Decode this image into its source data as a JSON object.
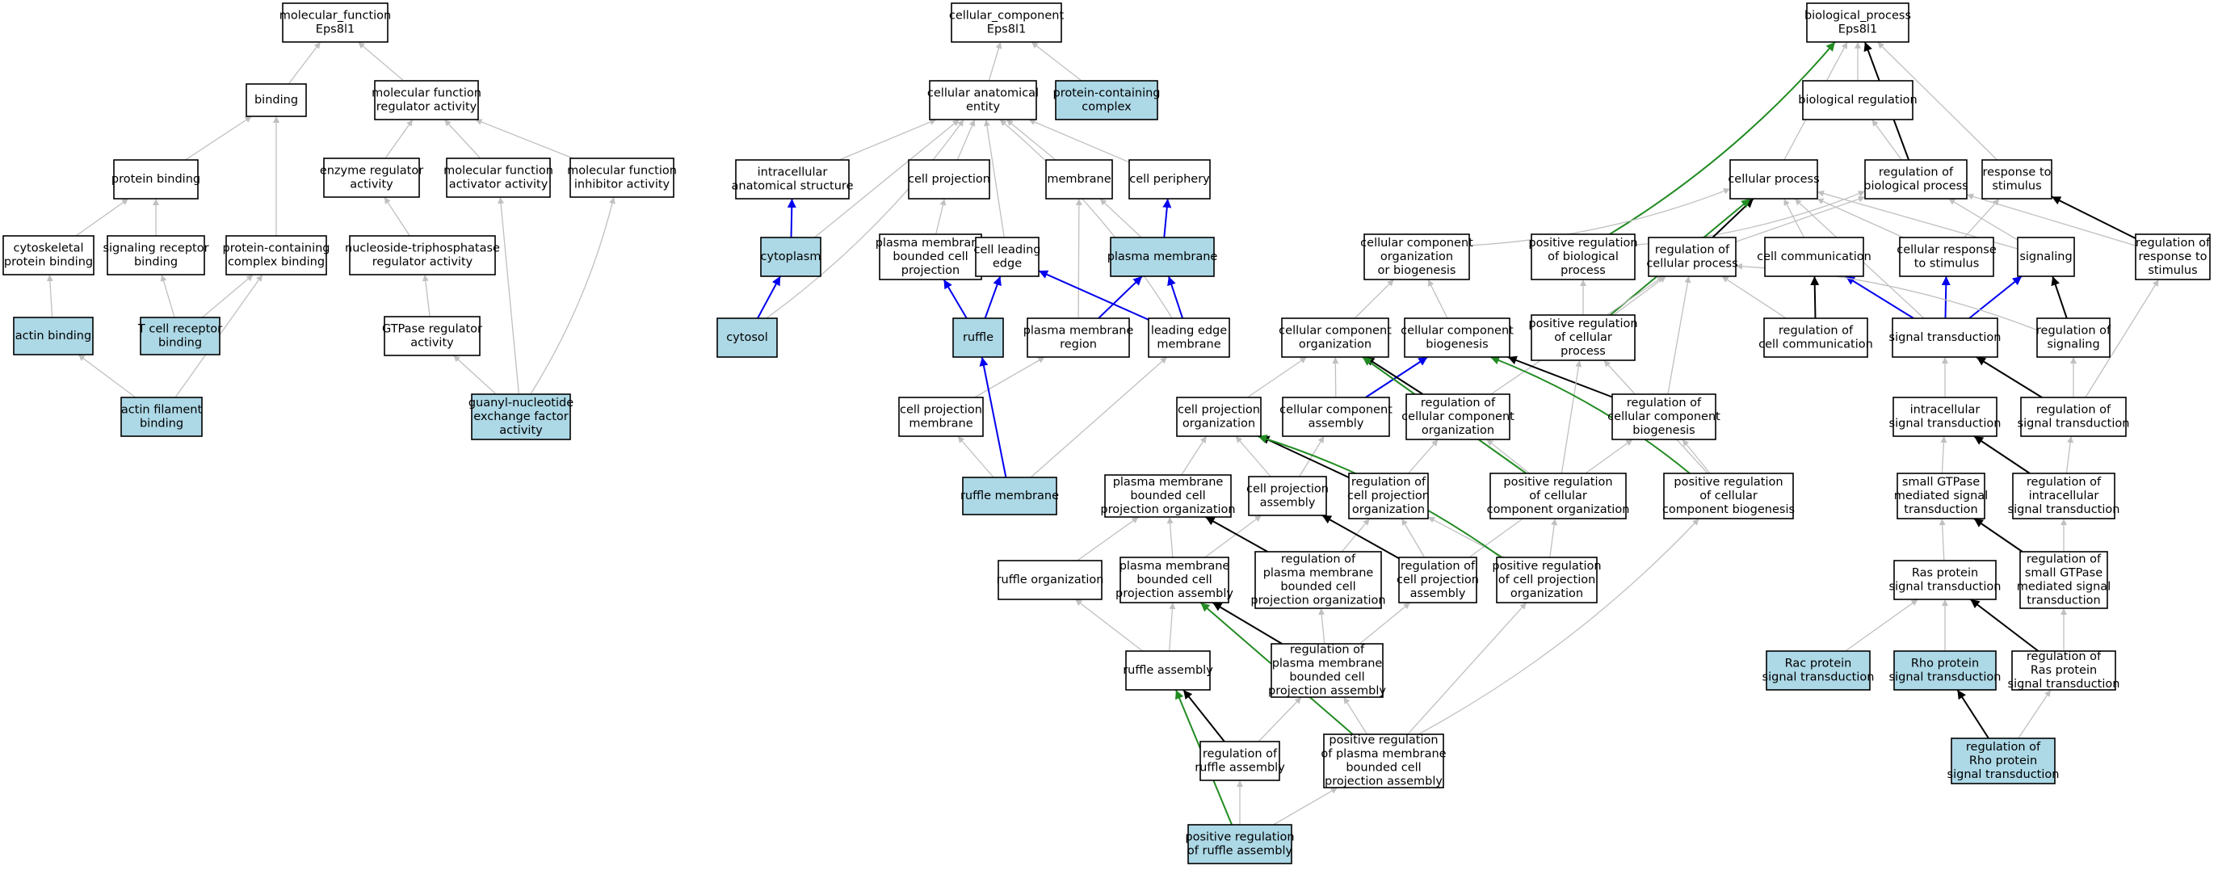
{
  "colors": {
    "node_fill": "#ffffff",
    "highlight_fill": "#add8e6",
    "edge_gray": "#c0c0c0",
    "edge_black": "#000000",
    "edge_blue": "#0000ee",
    "edge_green": "#228b22"
  },
  "nodes": [
    {
      "id": "mf",
      "lines": [
        "molecular_function",
        "Eps8l1"
      ],
      "hl": false
    },
    {
      "id": "bind",
      "lines": [
        "binding"
      ],
      "hl": false
    },
    {
      "id": "mfra",
      "lines": [
        "molecular function",
        "regulator activity"
      ],
      "hl": false
    },
    {
      "id": "pb",
      "lines": [
        "protein binding"
      ],
      "hl": false
    },
    {
      "id": "era",
      "lines": [
        "enzyme regulator",
        "activity"
      ],
      "hl": false
    },
    {
      "id": "mfaa",
      "lines": [
        "molecular function",
        "activator activity"
      ],
      "hl": false
    },
    {
      "id": "mfia",
      "lines": [
        "molecular function",
        "inhibitor activity"
      ],
      "hl": false
    },
    {
      "id": "cpb",
      "lines": [
        "cytoskeletal",
        "protein binding"
      ],
      "hl": false
    },
    {
      "id": "srb",
      "lines": [
        "signaling receptor",
        "binding"
      ],
      "hl": false
    },
    {
      "id": "pccb",
      "lines": [
        "protein-containing",
        "complex binding"
      ],
      "hl": false
    },
    {
      "id": "ntpra",
      "lines": [
        "nucleoside-triphosphatase",
        "regulator activity"
      ],
      "hl": false
    },
    {
      "id": "ab",
      "lines": [
        "actin binding"
      ],
      "hl": true
    },
    {
      "id": "tcrb",
      "lines": [
        "T cell receptor",
        "binding"
      ],
      "hl": true
    },
    {
      "id": "gtpra",
      "lines": [
        "GTPase regulator",
        "activity"
      ],
      "hl": false
    },
    {
      "id": "afb",
      "lines": [
        "actin filament",
        "binding"
      ],
      "hl": true
    },
    {
      "id": "gnef",
      "lines": [
        "guanyl-nucleotide",
        "exchange factor",
        "activity"
      ],
      "hl": true
    },
    {
      "id": "cc",
      "lines": [
        "cellular_component",
        "Eps8l1"
      ],
      "hl": false
    },
    {
      "id": "cae",
      "lines": [
        "cellular anatomical",
        "entity"
      ],
      "hl": false
    },
    {
      "id": "pcc",
      "lines": [
        "protein-containing",
        "complex"
      ],
      "hl": true
    },
    {
      "id": "ias",
      "lines": [
        "intracellular",
        "anatomical structure"
      ],
      "hl": false
    },
    {
      "id": "cproj",
      "lines": [
        "cell projection"
      ],
      "hl": false
    },
    {
      "id": "memb",
      "lines": [
        "membrane"
      ],
      "hl": false
    },
    {
      "id": "cperi",
      "lines": [
        "cell periphery"
      ],
      "hl": false
    },
    {
      "id": "cyto",
      "lines": [
        "cytoplasm"
      ],
      "hl": true
    },
    {
      "id": "pmbcp",
      "lines": [
        "plasma membrane",
        "bounded cell",
        "projection"
      ],
      "hl": false
    },
    {
      "id": "cle",
      "lines": [
        "cell leading",
        "edge"
      ],
      "hl": false
    },
    {
      "id": "pm",
      "lines": [
        "plasma membrane"
      ],
      "hl": true
    },
    {
      "id": "cytosol",
      "lines": [
        "cytosol"
      ],
      "hl": true
    },
    {
      "id": "ruffle",
      "lines": [
        "ruffle"
      ],
      "hl": true
    },
    {
      "id": "pmr",
      "lines": [
        "plasma membrane",
        "region"
      ],
      "hl": false
    },
    {
      "id": "lem",
      "lines": [
        "leading edge",
        "membrane"
      ],
      "hl": false
    },
    {
      "id": "cpm",
      "lines": [
        "cell projection",
        "membrane"
      ],
      "hl": false
    },
    {
      "id": "rm",
      "lines": [
        "ruffle membrane"
      ],
      "hl": true
    },
    {
      "id": "bp",
      "lines": [
        "biological_process",
        "Eps8l1"
      ],
      "hl": false
    },
    {
      "id": "breg",
      "lines": [
        "biological regulation"
      ],
      "hl": false
    },
    {
      "id": "cellp",
      "lines": [
        "cellular process"
      ],
      "hl": false
    },
    {
      "id": "rbp",
      "lines": [
        "regulation of",
        "biological process"
      ],
      "hl": false
    },
    {
      "id": "rts",
      "lines": [
        "response to",
        "stimulus"
      ],
      "hl": false
    },
    {
      "id": "ccob",
      "lines": [
        "cellular component",
        "organization",
        "or biogenesis"
      ],
      "hl": false
    },
    {
      "id": "prbp",
      "lines": [
        "positive regulation",
        "of biological",
        "process"
      ],
      "hl": false
    },
    {
      "id": "rcp",
      "lines": [
        "regulation of",
        "cellular process"
      ],
      "hl": false
    },
    {
      "id": "ccomm",
      "lines": [
        "cell communication"
      ],
      "hl": false
    },
    {
      "id": "crs",
      "lines": [
        "cellular response",
        "to stimulus"
      ],
      "hl": false
    },
    {
      "id": "sig",
      "lines": [
        "signaling"
      ],
      "hl": false
    },
    {
      "id": "rrts",
      "lines": [
        "regulation of",
        "response to",
        "stimulus"
      ],
      "hl": false
    },
    {
      "id": "cco",
      "lines": [
        "cellular component",
        "organization"
      ],
      "hl": false
    },
    {
      "id": "ccb",
      "lines": [
        "cellular component",
        "biogenesis"
      ],
      "hl": false
    },
    {
      "id": "prcp",
      "lines": [
        "positive regulation",
        "of cellular",
        "process"
      ],
      "hl": false
    },
    {
      "id": "rcc",
      "lines": [
        "regulation of",
        "cell communication"
      ],
      "hl": false
    },
    {
      "id": "st",
      "lines": [
        "signal transduction"
      ],
      "hl": false
    },
    {
      "id": "rsig",
      "lines": [
        "regulation of",
        "signaling"
      ],
      "hl": false
    },
    {
      "id": "cpo",
      "lines": [
        "cell projection",
        "organization"
      ],
      "hl": false
    },
    {
      "id": "cca",
      "lines": [
        "cellular component",
        "assembly"
      ],
      "hl": false
    },
    {
      "id": "rcco",
      "lines": [
        "regulation of",
        "cellular component",
        "organization"
      ],
      "hl": false
    },
    {
      "id": "rccb",
      "lines": [
        "regulation of",
        "cellular component",
        "biogenesis"
      ],
      "hl": false
    },
    {
      "id": "ist",
      "lines": [
        "intracellular",
        "signal transduction"
      ],
      "hl": false
    },
    {
      "id": "rst",
      "lines": [
        "regulation of",
        "signal transduction"
      ],
      "hl": false
    },
    {
      "id": "pmbcpo",
      "lines": [
        "plasma membrane",
        "bounded cell",
        "projection organization"
      ],
      "hl": false
    },
    {
      "id": "cpa",
      "lines": [
        "cell projection",
        "assembly"
      ],
      "hl": false
    },
    {
      "id": "rcpo",
      "lines": [
        "regulation of",
        "cell projection",
        "organization"
      ],
      "hl": false
    },
    {
      "id": "prcco",
      "lines": [
        "positive regulation",
        "of cellular",
        "component organization"
      ],
      "hl": false
    },
    {
      "id": "prccb",
      "lines": [
        "positive regulation",
        "of cellular",
        "component biogenesis"
      ],
      "hl": false
    },
    {
      "id": "sgmst",
      "lines": [
        "small GTPase",
        "mediated signal",
        "transduction"
      ],
      "hl": false
    },
    {
      "id": "rist",
      "lines": [
        "regulation of",
        "intracellular",
        "signal transduction"
      ],
      "hl": false
    },
    {
      "id": "ro",
      "lines": [
        "ruffle organization"
      ],
      "hl": false
    },
    {
      "id": "pmbcpa",
      "lines": [
        "plasma membrane",
        "bounded cell",
        "projection assembly"
      ],
      "hl": false
    },
    {
      "id": "rpmbcpo",
      "lines": [
        "regulation of",
        "plasma membrane",
        "bounded cell",
        "projection organization"
      ],
      "hl": false
    },
    {
      "id": "rcpa",
      "lines": [
        "regulation of",
        "cell projection",
        "assembly"
      ],
      "hl": false
    },
    {
      "id": "prcpo",
      "lines": [
        "positive regulation",
        "of cell projection",
        "organization"
      ],
      "hl": false
    },
    {
      "id": "rpst",
      "lines": [
        "Ras protein",
        "signal transduction"
      ],
      "hl": false
    },
    {
      "id": "rsgmst",
      "lines": [
        "regulation of",
        "small GTPase",
        "mediated signal",
        "transduction"
      ],
      "hl": false
    },
    {
      "id": "ra",
      "lines": [
        "ruffle assembly"
      ],
      "hl": false
    },
    {
      "id": "rpmbcpa",
      "lines": [
        "regulation of",
        "plasma membrane",
        "bounded cell",
        "projection assembly"
      ],
      "hl": false
    },
    {
      "id": "racst",
      "lines": [
        "Rac protein",
        "signal transduction"
      ],
      "hl": true
    },
    {
      "id": "rhost",
      "lines": [
        "Rho protein",
        "signal transduction"
      ],
      "hl": true
    },
    {
      "id": "rrpst",
      "lines": [
        "regulation of",
        "Ras protein",
        "signal transduction"
      ],
      "hl": false
    },
    {
      "id": "rra",
      "lines": [
        "regulation of",
        "ruffle assembly"
      ],
      "hl": false
    },
    {
      "id": "prpmbcpa",
      "lines": [
        "positive regulation",
        "of plasma membrane",
        "bounded cell",
        "projection assembly"
      ],
      "hl": false
    },
    {
      "id": "rrhost",
      "lines": [
        "regulation of",
        "Rho protein",
        "signal transduction"
      ],
      "hl": true
    },
    {
      "id": "prra",
      "lines": [
        "positive regulation",
        "of ruffle assembly"
      ],
      "hl": true
    }
  ],
  "edges": [
    [
      "bind",
      "mf",
      "g"
    ],
    [
      "mfra",
      "mf",
      "g"
    ],
    [
      "pb",
      "bind",
      "g"
    ],
    [
      "pccb",
      "bind",
      "g"
    ],
    [
      "era",
      "mfra",
      "g"
    ],
    [
      "mfaa",
      "mfra",
      "g"
    ],
    [
      "mfia",
      "mfra",
      "g"
    ],
    [
      "cpb",
      "pb",
      "g"
    ],
    [
      "srb",
      "pb",
      "g"
    ],
    [
      "ab",
      "cpb",
      "g"
    ],
    [
      "tcrb",
      "srb",
      "g"
    ],
    [
      "tcrb",
      "pccb",
      "g"
    ],
    [
      "afb",
      "ab",
      "g"
    ],
    [
      "afb",
      "pccb",
      "g"
    ],
    [
      "ntpra",
      "era",
      "g"
    ],
    [
      "gtpra",
      "ntpra",
      "g"
    ],
    [
      "gnef",
      "gtpra",
      "g"
    ],
    [
      "gnef",
      "mfaa",
      "g"
    ],
    [
      "gnef",
      "mfia",
      "g"
    ],
    [
      "cae",
      "cc",
      "g"
    ],
    [
      "pcc",
      "cc",
      "g"
    ],
    [
      "ias",
      "cae",
      "g"
    ],
    [
      "cproj",
      "cae",
      "g"
    ],
    [
      "memb",
      "cae",
      "g"
    ],
    [
      "cperi",
      "cae",
      "g"
    ],
    [
      "cyto",
      "cae",
      "g"
    ],
    [
      "cytosol",
      "cae",
      "g"
    ],
    [
      "cle",
      "cae",
      "g"
    ],
    [
      "lem",
      "cae",
      "g"
    ],
    [
      "cyto",
      "ias",
      "b"
    ],
    [
      "cytosol",
      "cyto",
      "b"
    ],
    [
      "pm",
      "cperi",
      "b"
    ],
    [
      "pmbcp",
      "cproj",
      "g"
    ],
    [
      "pm",
      "memb",
      "g"
    ],
    [
      "pmr",
      "memb",
      "g"
    ],
    [
      "ruffle",
      "pmbcp",
      "b"
    ],
    [
      "ruffle",
      "cle",
      "b"
    ],
    [
      "pmr",
      "pm",
      "b"
    ],
    [
      "lem",
      "pm",
      "b"
    ],
    [
      "lem",
      "cle",
      "b"
    ],
    [
      "cpm",
      "pmr",
      "g"
    ],
    [
      "rm",
      "ruffle",
      "b"
    ],
    [
      "rm",
      "lem",
      "g"
    ],
    [
      "rm",
      "cpm",
      "g"
    ],
    [
      "breg",
      "bp",
      "g"
    ],
    [
      "cellp",
      "bp",
      "g"
    ],
    [
      "rts",
      "bp",
      "g"
    ],
    [
      "rbp",
      "bp",
      "k"
    ],
    [
      "prbp",
      "bp",
      "G"
    ],
    [
      "rbp",
      "breg",
      "g"
    ],
    [
      "ccob",
      "cellp",
      "g"
    ],
    [
      "prbp",
      "rbp",
      "g"
    ],
    [
      "rcp",
      "cellp",
      "k"
    ],
    [
      "rcp",
      "rbp",
      "g"
    ],
    [
      "ccomm",
      "cellp",
      "g"
    ],
    [
      "crs",
      "cellp",
      "g"
    ],
    [
      "crs",
      "rts",
      "g"
    ],
    [
      "sig",
      "cellp",
      "g"
    ],
    [
      "sig",
      "rbp",
      "g"
    ],
    [
      "rrts",
      "rbp",
      "g"
    ],
    [
      "rrts",
      "rts",
      "k"
    ],
    [
      "cco",
      "ccob",
      "g"
    ],
    [
      "ccb",
      "ccob",
      "g"
    ],
    [
      "prcp",
      "prbp",
      "g"
    ],
    [
      "prcp",
      "rcp",
      "g"
    ],
    [
      "prcp",
      "cellp",
      "G"
    ],
    [
      "rcc",
      "ccomm",
      "k"
    ],
    [
      "rcc",
      "rcp",
      "g"
    ],
    [
      "st",
      "ccomm",
      "b"
    ],
    [
      "st",
      "crs",
      "b"
    ],
    [
      "st",
      "sig",
      "b"
    ],
    [
      "st",
      "cellp",
      "g"
    ],
    [
      "rsig",
      "sig",
      "k"
    ],
    [
      "rsig",
      "rcp",
      "g"
    ],
    [
      "cpo",
      "cco",
      "g"
    ],
    [
      "cca",
      "cco",
      "g"
    ],
    [
      "cca",
      "ccb",
      "b"
    ],
    [
      "rcco",
      "cco",
      "k"
    ],
    [
      "rcco",
      "rcp",
      "g"
    ],
    [
      "rccb",
      "ccb",
      "k"
    ],
    [
      "rccb",
      "rcp",
      "g"
    ],
    [
      "ist",
      "st",
      "g"
    ],
    [
      "rst",
      "st",
      "k"
    ],
    [
      "rst",
      "rsig",
      "g"
    ],
    [
      "rst",
      "rrts",
      "g"
    ],
    [
      "pmbcpo",
      "cpo",
      "g"
    ],
    [
      "cpa",
      "cpo",
      "g"
    ],
    [
      "cpa",
      "cca",
      "g"
    ],
    [
      "rcpo",
      "cpo",
      "k"
    ],
    [
      "rcpo",
      "rcco",
      "g"
    ],
    [
      "prcco",
      "rcco",
      "g"
    ],
    [
      "prcco",
      "prcp",
      "g"
    ],
    [
      "prcco",
      "cco",
      "G"
    ],
    [
      "prccb",
      "rccb",
      "g"
    ],
    [
      "prccb",
      "prcp",
      "g"
    ],
    [
      "prccb",
      "ccb",
      "G"
    ],
    [
      "sgmst",
      "ist",
      "g"
    ],
    [
      "rist",
      "ist",
      "k"
    ],
    [
      "rist",
      "rst",
      "g"
    ],
    [
      "ro",
      "pmbcpo",
      "g"
    ],
    [
      "pmbcpa",
      "pmbcpo",
      "g"
    ],
    [
      "pmbcpa",
      "cpa",
      "g"
    ],
    [
      "rpmbcpo",
      "pmbcpo",
      "k"
    ],
    [
      "rpmbcpo",
      "rcpo",
      "g"
    ],
    [
      "rcpa",
      "cpa",
      "k"
    ],
    [
      "rcpa",
      "rcpo",
      "g"
    ],
    [
      "rcpa",
      "rccb",
      "g"
    ],
    [
      "prcpo",
      "rcpo",
      "g"
    ],
    [
      "prcpo",
      "prcco",
      "g"
    ],
    [
      "prcpo",
      "cpo",
      "G"
    ],
    [
      "rpst",
      "sgmst",
      "g"
    ],
    [
      "rsgmst",
      "sgmst",
      "k"
    ],
    [
      "rsgmst",
      "rist",
      "g"
    ],
    [
      "ra",
      "ro",
      "g"
    ],
    [
      "ra",
      "pmbcpa",
      "g"
    ],
    [
      "rpmbcpa",
      "pmbcpa",
      "k"
    ],
    [
      "rpmbcpa",
      "rpmbcpo",
      "g"
    ],
    [
      "rpmbcpa",
      "rcpa",
      "g"
    ],
    [
      "racst",
      "rpst",
      "g"
    ],
    [
      "rhost",
      "rpst",
      "g"
    ],
    [
      "rrpst",
      "rpst",
      "k"
    ],
    [
      "rrpst",
      "rsgmst",
      "g"
    ],
    [
      "rra",
      "ra",
      "k"
    ],
    [
      "rra",
      "rpmbcpa",
      "g"
    ],
    [
      "prpmbcpa",
      "rpmbcpa",
      "g"
    ],
    [
      "prpmbcpa",
      "prcpo",
      "g"
    ],
    [
      "prpmbcpa",
      "prccb",
      "g"
    ],
    [
      "prpmbcpa",
      "pmbcpa",
      "G"
    ],
    [
      "rrhost",
      "rhost",
      "k"
    ],
    [
      "rrhost",
      "rrpst",
      "g"
    ],
    [
      "prra",
      "rra",
      "g"
    ],
    [
      "prra",
      "prpmbcpa",
      "g"
    ],
    [
      "prra",
      "ra",
      "G"
    ]
  ]
}
